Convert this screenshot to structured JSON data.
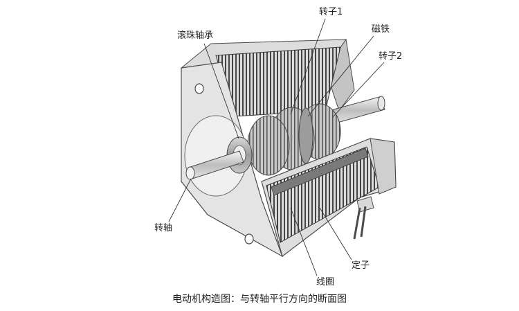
{
  "labels": {
    "rotor1": "转子1",
    "magnet": "磁铁",
    "ball_bearing": "滚珠轴承",
    "rotor2": "转子2",
    "shaft": "转轴",
    "stator": "定子",
    "coil": "线圈"
  },
  "caption": "电动机构造图：与转轴平行方向的断面图",
  "colors": {
    "line": "#4a4a4a",
    "body_light": "#e6e6e6",
    "body_mid": "#cfcfcf",
    "body_dark": "#a8a8a8",
    "lamination": "#3c3c3c"
  }
}
